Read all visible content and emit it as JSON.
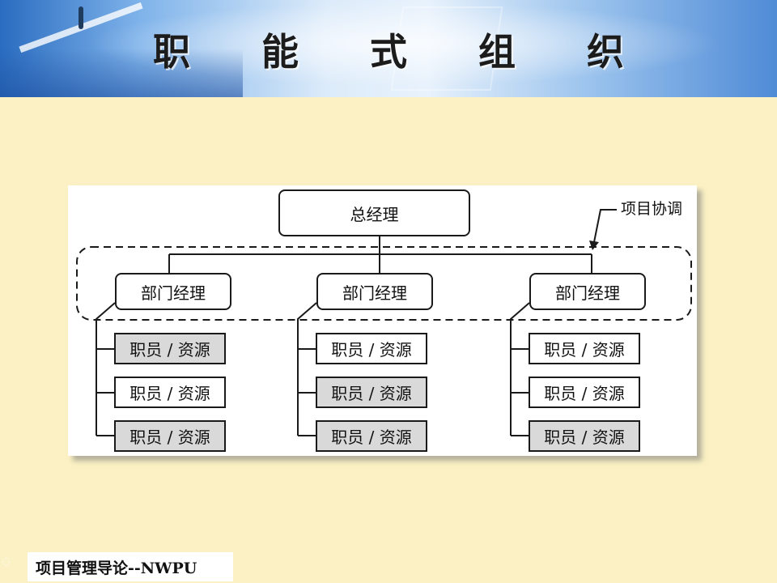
{
  "header": {
    "title": "职 能 式 组 织"
  },
  "diagram": {
    "top_node": "总经理",
    "coordination_label": "项目协调",
    "departments": [
      {
        "label": "部门经理",
        "staff": [
          {
            "label": "职员 / 资源",
            "shaded": true
          },
          {
            "label": "职员 / 资源",
            "shaded": false
          },
          {
            "label": "职员 / 资源",
            "shaded": true
          }
        ]
      },
      {
        "label": "部门经理",
        "staff": [
          {
            "label": "职员 / 资源",
            "shaded": false
          },
          {
            "label": "职员 / 资源",
            "shaded": true
          },
          {
            "label": "职员 / 资源",
            "shaded": true
          }
        ]
      },
      {
        "label": "部门经理",
        "staff": [
          {
            "label": "职员 / 资源",
            "shaded": false
          },
          {
            "label": "职员 / 资源",
            "shaded": false
          },
          {
            "label": "职员 / 资源",
            "shaded": true
          }
        ]
      }
    ]
  },
  "footer": {
    "text": "项目管理导论--NWPU"
  },
  "colors": {
    "background": "#fbf1c4",
    "shaded_box": "#d9d9d9",
    "line": "#1a1a1a"
  }
}
